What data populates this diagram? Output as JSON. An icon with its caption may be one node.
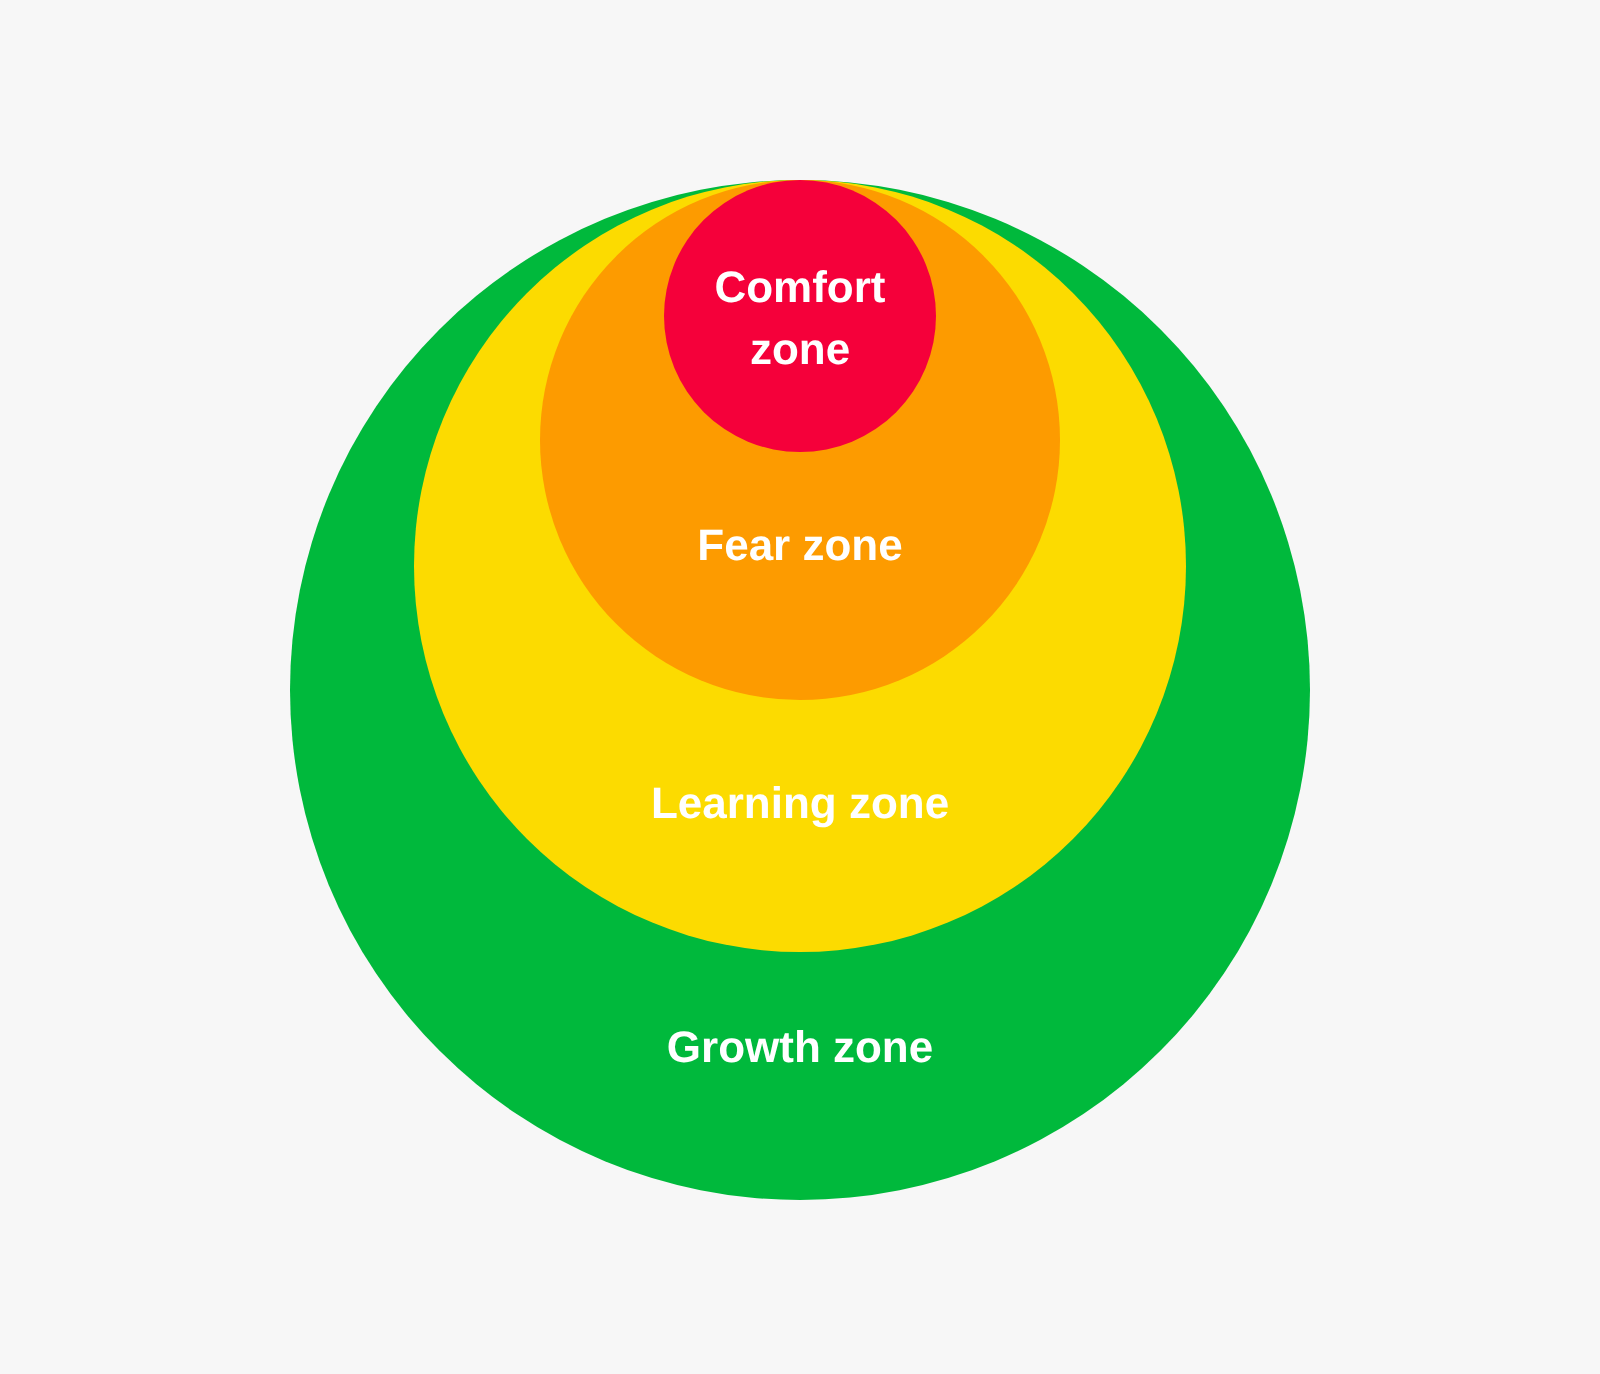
{
  "diagram": {
    "nodes": [
      {
        "text": [
          "Growth zone"
        ]
      },
      {
        "text": [
          "Learning zone"
        ],
        "in": 0
      },
      {
        "text": [
          "Fear zone"
        ],
        "in": 1
      },
      {
        "text": [
          "Comfort zone"
        ],
        "in": 2
      }
    ]
  }
}
